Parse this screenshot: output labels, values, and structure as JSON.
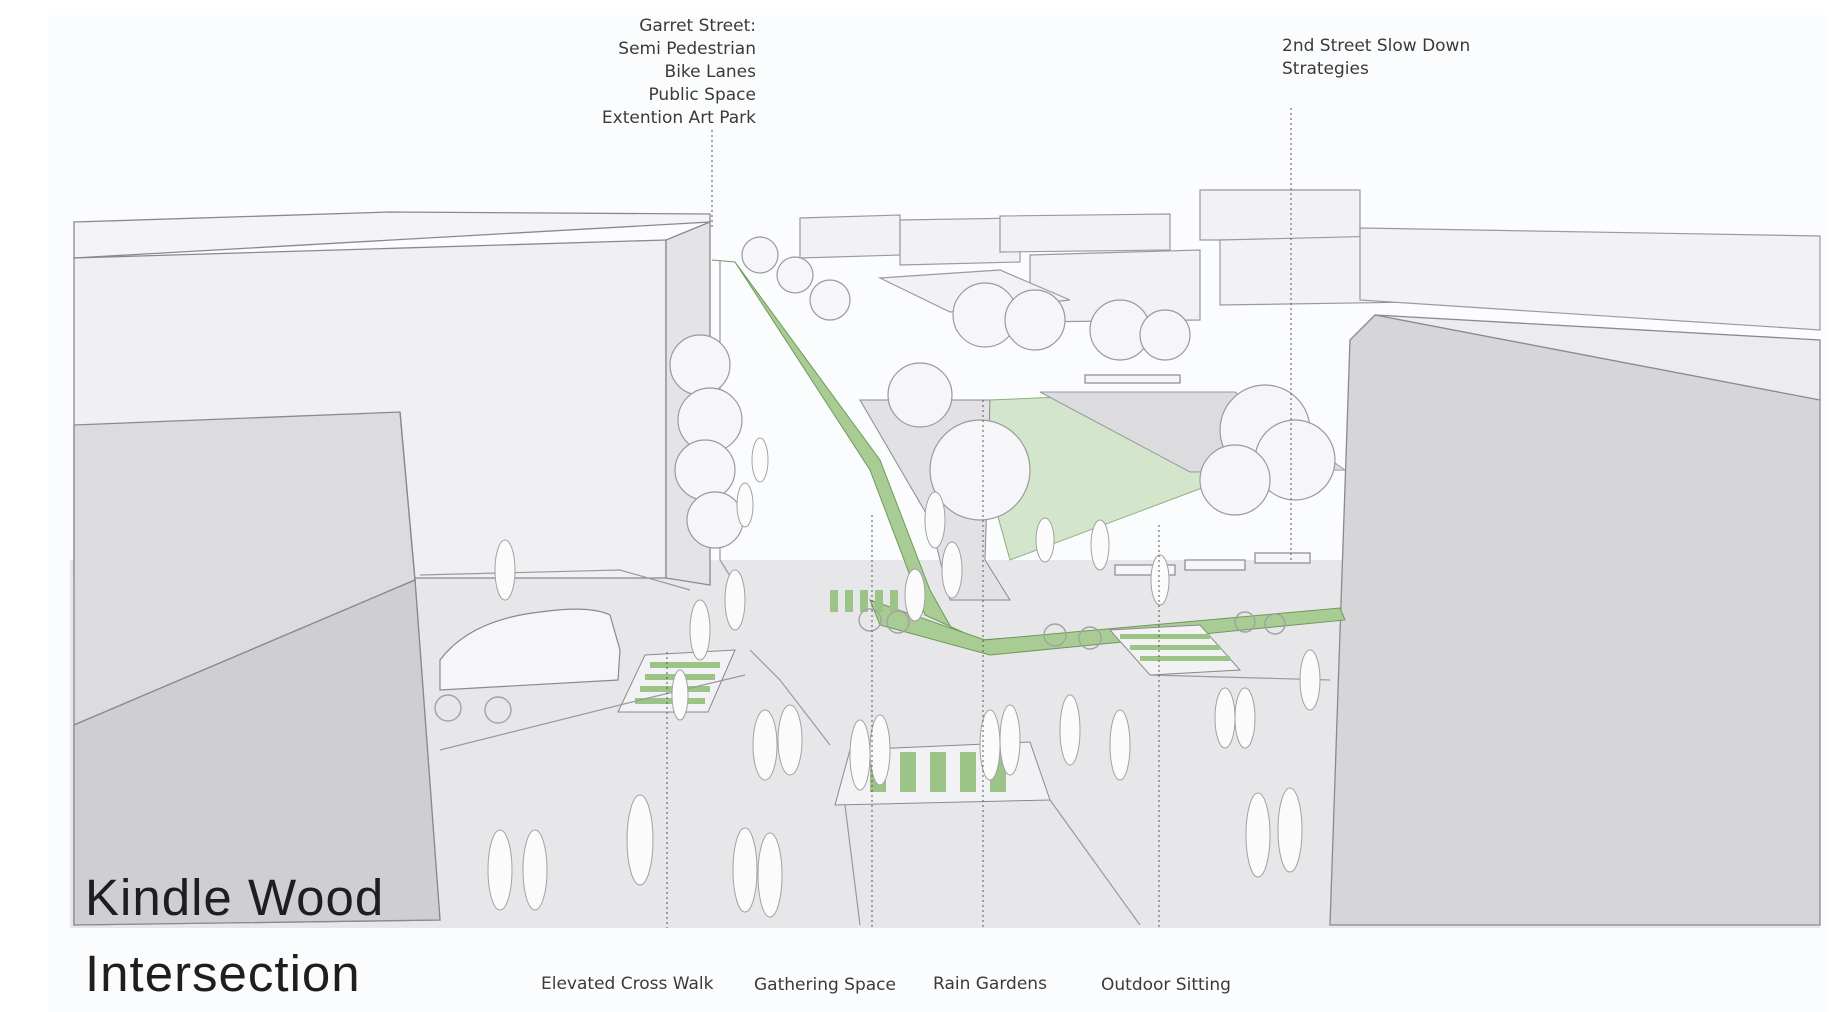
{
  "title": {
    "line1": "Kindle Wood",
    "line2": "Intersection"
  },
  "callouts": {
    "garret": [
      "Garret Street:",
      "Semi Pedestrian",
      "Bike Lanes",
      "Public Space",
      "Extention Art Park"
    ],
    "second_street": [
      "2nd Street Slow Down",
      "Strategies"
    ],
    "elevated_cross_walk": "Elevated Cross Walk",
    "gathering_space": "Gathering Space",
    "rain_gardens": "Rain Gardens",
    "outdoor_sitting": "Outdoor Sitting"
  },
  "colors": {
    "background": "#fbfcfd",
    "building_light": "#efeff1",
    "building_mid": "#e2e2e5",
    "building_dark": "#d4d4d8",
    "ground": "#e6e6e8",
    "green": "#9cc487",
    "green_light": "#d6e8cf",
    "outline": "#8a8a8e"
  }
}
